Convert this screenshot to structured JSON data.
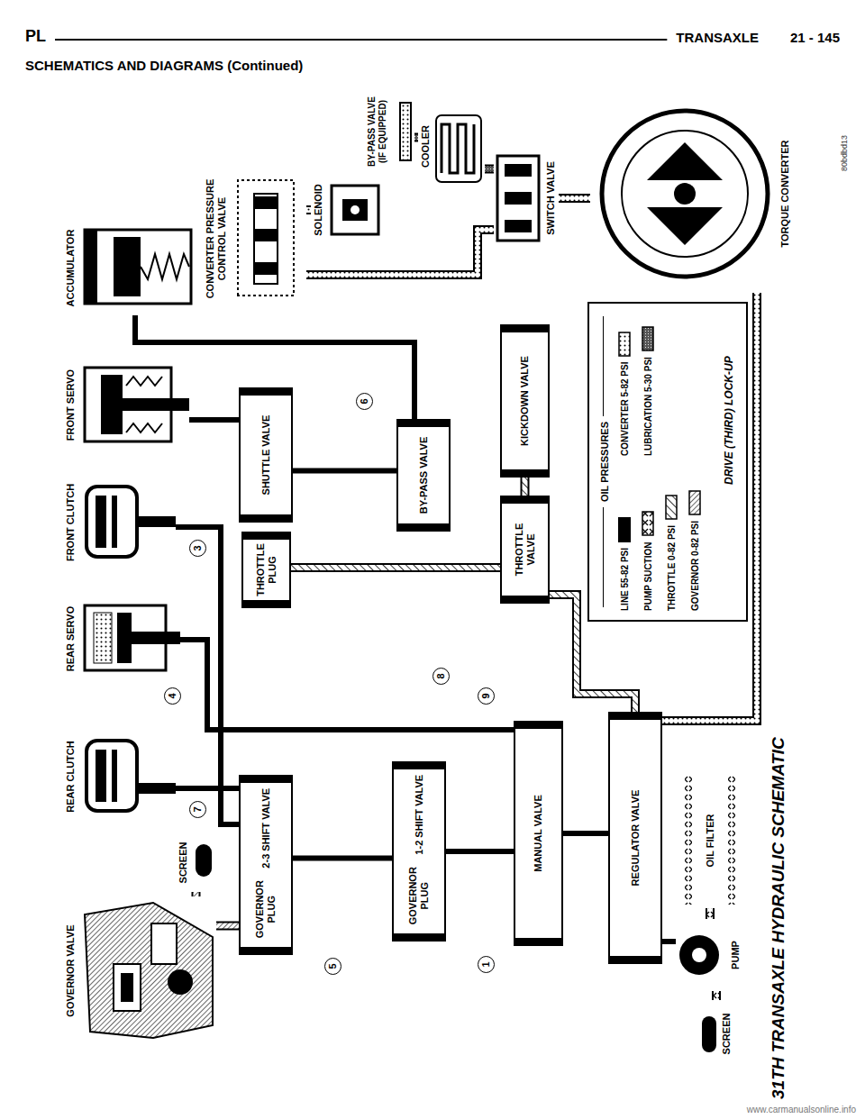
{
  "diagram": {
    "title": "SCHEMATICS AND DIAGRAMS (Continued)",
    "caption": "31TH TRANSAXLE HYDRAULIC SCHEMATIC",
    "nodes": [
      {
        "text": [
          "ACCUMULATOR"
        ]
      },
      {
        "text": [
          "FRONT SERVO"
        ]
      },
      {
        "text": [
          "FRONT CLUTCH"
        ]
      },
      {
        "text": [
          "REAR SERVO"
        ]
      },
      {
        "text": [
          "REAR CLUTCH"
        ]
      },
      {
        "text": [
          "GOVERNOR VALVE"
        ]
      },
      {
        "text": [
          "SCREEN"
        ]
      },
      {
        "text": [
          "2-3 SHIFT VALVE",
          "GOVERNOR PLUG"
        ]
      },
      {
        "text": [
          "1-2 SHIFT VALVE",
          "GOVERNOR PLUG"
        ]
      },
      {
        "text": [
          "MANUAL VALVE"
        ]
      },
      {
        "text": [
          "REGULATOR VALVE"
        ]
      },
      {
        "text": [
          "OIL FILTER"
        ]
      },
      {
        "text": [
          "PUMP"
        ]
      },
      {
        "text": [
          "SCREEN"
        ]
      },
      {
        "text": [
          "THROTTLE VALVE"
        ]
      },
      {
        "text": [
          "KICKDOWN VALVE"
        ]
      },
      {
        "text": [
          "THROTTLE PLUG"
        ]
      },
      {
        "text": [
          "SHUTTLE VALVE"
        ]
      },
      {
        "text": [
          "BY-PASS VALVE"
        ]
      },
      {
        "text": [
          "CONVERTER PRESSURE CONTROL VALVE"
        ]
      },
      {
        "text": [
          "SOLENOID"
        ]
      },
      {
        "text": [
          "BY-PASS VALVE (IF EQUIPPED)"
        ]
      },
      {
        "text": [
          "COOLER"
        ]
      },
      {
        "text": [
          "SWITCH VALVE"
        ]
      },
      {
        "text": [
          "TORQUE CONVERTER"
        ]
      }
    ],
    "edges": [
      {
        "from": 12,
        "to": 10,
        "arrow": "none"
      },
      {
        "from": 11,
        "to": 12,
        "arrow": "none"
      },
      {
        "from": 13,
        "to": 12,
        "arrow": "none"
      },
      {
        "from": 10,
        "to": 9,
        "arrow": "none"
      },
      {
        "from": 9,
        "to": 8,
        "arrow": "none"
      },
      {
        "from": 8,
        "to": 7,
        "arrow": "none"
      },
      {
        "from": 7,
        "to": 4,
        "arrow": "none"
      },
      {
        "from": 6,
        "to": 5,
        "arrow": "none"
      },
      {
        "from": 7,
        "to": 5,
        "arrow": "none"
      },
      {
        "from": 9,
        "to": 3,
        "arrow": "none"
      },
      {
        "from": 7,
        "to": 2,
        "arrow": "none"
      },
      {
        "from": 17,
        "to": 1,
        "arrow": "none"
      },
      {
        "from": 18,
        "to": 0,
        "arrow": "none"
      },
      {
        "from": 19,
        "to": 20,
        "arrow": "none"
      },
      {
        "from": 23,
        "to": 24,
        "arrow": "none"
      },
      {
        "from": 23,
        "to": 22,
        "arrow": "none"
      },
      {
        "from": 22,
        "to": 21,
        "arrow": "none"
      },
      {
        "from": 19,
        "to": 23,
        "arrow": "none"
      },
      {
        "from": 15,
        "to": 14,
        "arrow": "none"
      },
      {
        "from": 14,
        "to": 16,
        "arrow": "none"
      },
      {
        "from": 18,
        "to": 17,
        "arrow": "none"
      },
      {
        "from": 14,
        "to": 10,
        "arrow": "none"
      },
      {
        "from": 10,
        "to": 24,
        "arrow": "none"
      }
    ],
    "labels": [
      "PL",
      "TRANSAXLE",
      "21 - 145",
      "1",
      "3",
      "4",
      "5",
      "6",
      "7",
      "8",
      "9",
      "OIL PRESSURES",
      "DRIVE (THIRD) LOCK-UP",
      "80bdbd13",
      "www.carmanualsonline.info"
    ],
    "legend": [
      {
        "text": "LINE 55-82 PSI",
        "color": "#000000"
      },
      {
        "text": "PUMP SUCTION"
      },
      {
        "text": "THROTTLE 0-82 PSI"
      },
      {
        "text": "GOVERNOR 0-82 PSI"
      },
      {
        "text": "CONVERTER 5-82 PSI"
      },
      {
        "text": "LUBRICATION 5-30 PSI"
      }
    ]
  }
}
